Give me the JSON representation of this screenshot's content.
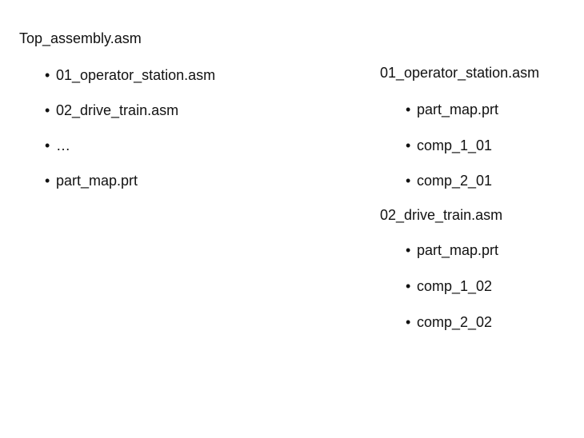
{
  "left_tree": {
    "title": "Top_assembly.asm",
    "children": [
      "01_operator_station.asm",
      "02_drive_train.asm",
      "…",
      "part_map.prt"
    ]
  },
  "right_tree": {
    "groups": [
      {
        "title": "01_operator_station.asm",
        "children": [
          "part_map.prt",
          "comp_1_01",
          "comp_2_01"
        ]
      },
      {
        "title": "02_drive_train.asm",
        "children": [
          "part_map.prt",
          "comp_1_02",
          "comp_2_02"
        ]
      }
    ]
  },
  "bullet_glyph": "•"
}
